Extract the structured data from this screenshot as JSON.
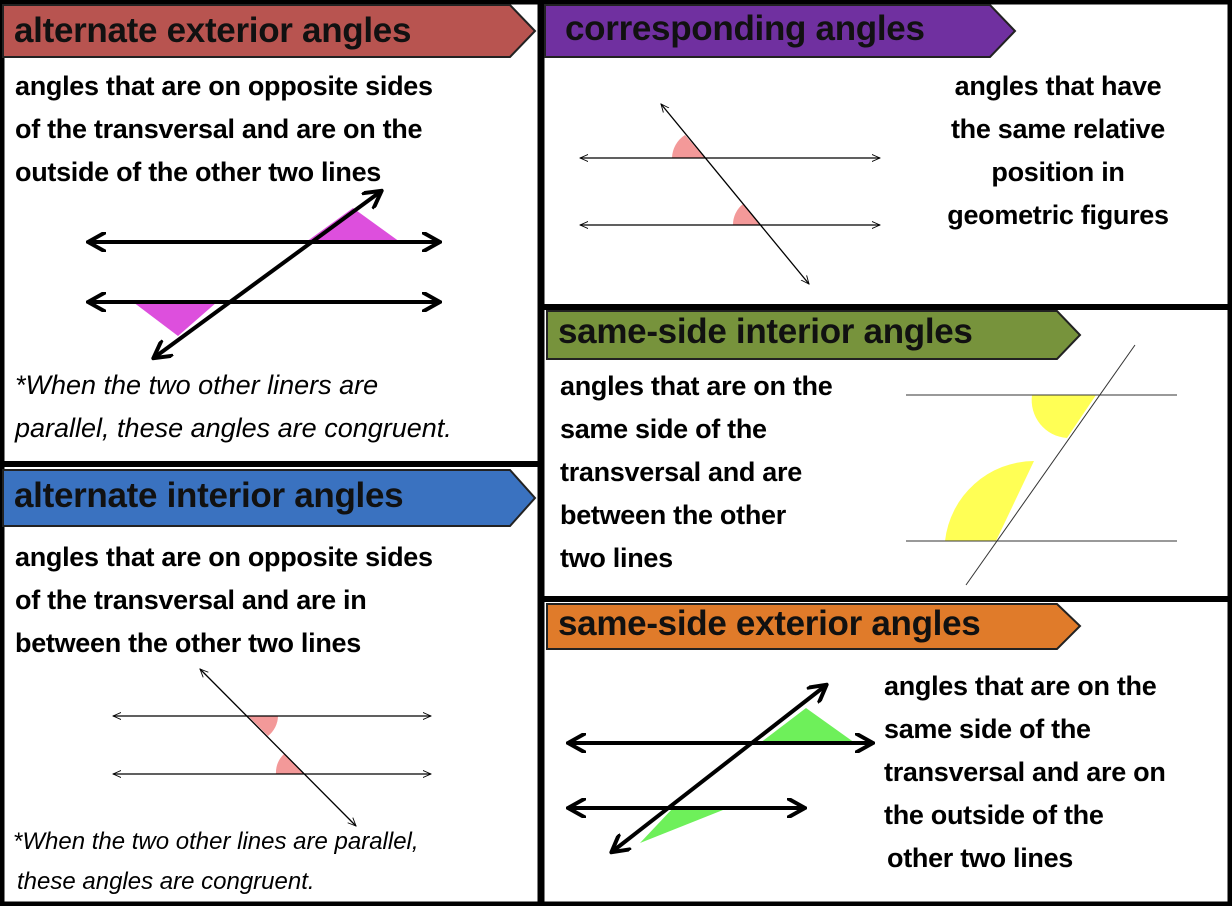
{
  "colors": {
    "alt_exterior": "#b85450",
    "corresponding": "#7030a0",
    "same_side_interior": "#77933c",
    "alt_interior": "#3a72c0",
    "same_side_exterior": "#e07b2a",
    "magenta": "#dd4fdd",
    "yellow": "#ffff55",
    "green": "#6ef05a",
    "red": "#e04040"
  },
  "alt_exterior": {
    "title": "alternate exterior angles",
    "lines": [
      "angles that are on opposite sides",
      "of the transversal and are on the",
      "outside of the other two lines"
    ],
    "note": [
      "*When the two other liners are",
      "parallel, these angles are congruent."
    ]
  },
  "corresponding": {
    "title": "corresponding angles",
    "lines": [
      "angles that have",
      "the same relative",
      "position in",
      "geometric figures"
    ]
  },
  "same_side_interior": {
    "title": "same-side interior angles",
    "lines": [
      "angles that are on the",
      "same side of the",
      "transversal and are",
      "between the other",
      "two lines"
    ]
  },
  "alt_interior": {
    "title": "alternate interior angles",
    "lines": [
      "angles that are on opposite sides",
      "of the transversal and are in",
      "between the other two lines"
    ],
    "note": [
      "*When the two other lines are parallel,",
      "these angles are congruent."
    ]
  },
  "same_side_exterior": {
    "title": "same-side exterior angles",
    "lines": [
      "angles that are on the",
      "same side of the",
      "transversal and are on",
      "the outside of the",
      "other two lines"
    ]
  }
}
